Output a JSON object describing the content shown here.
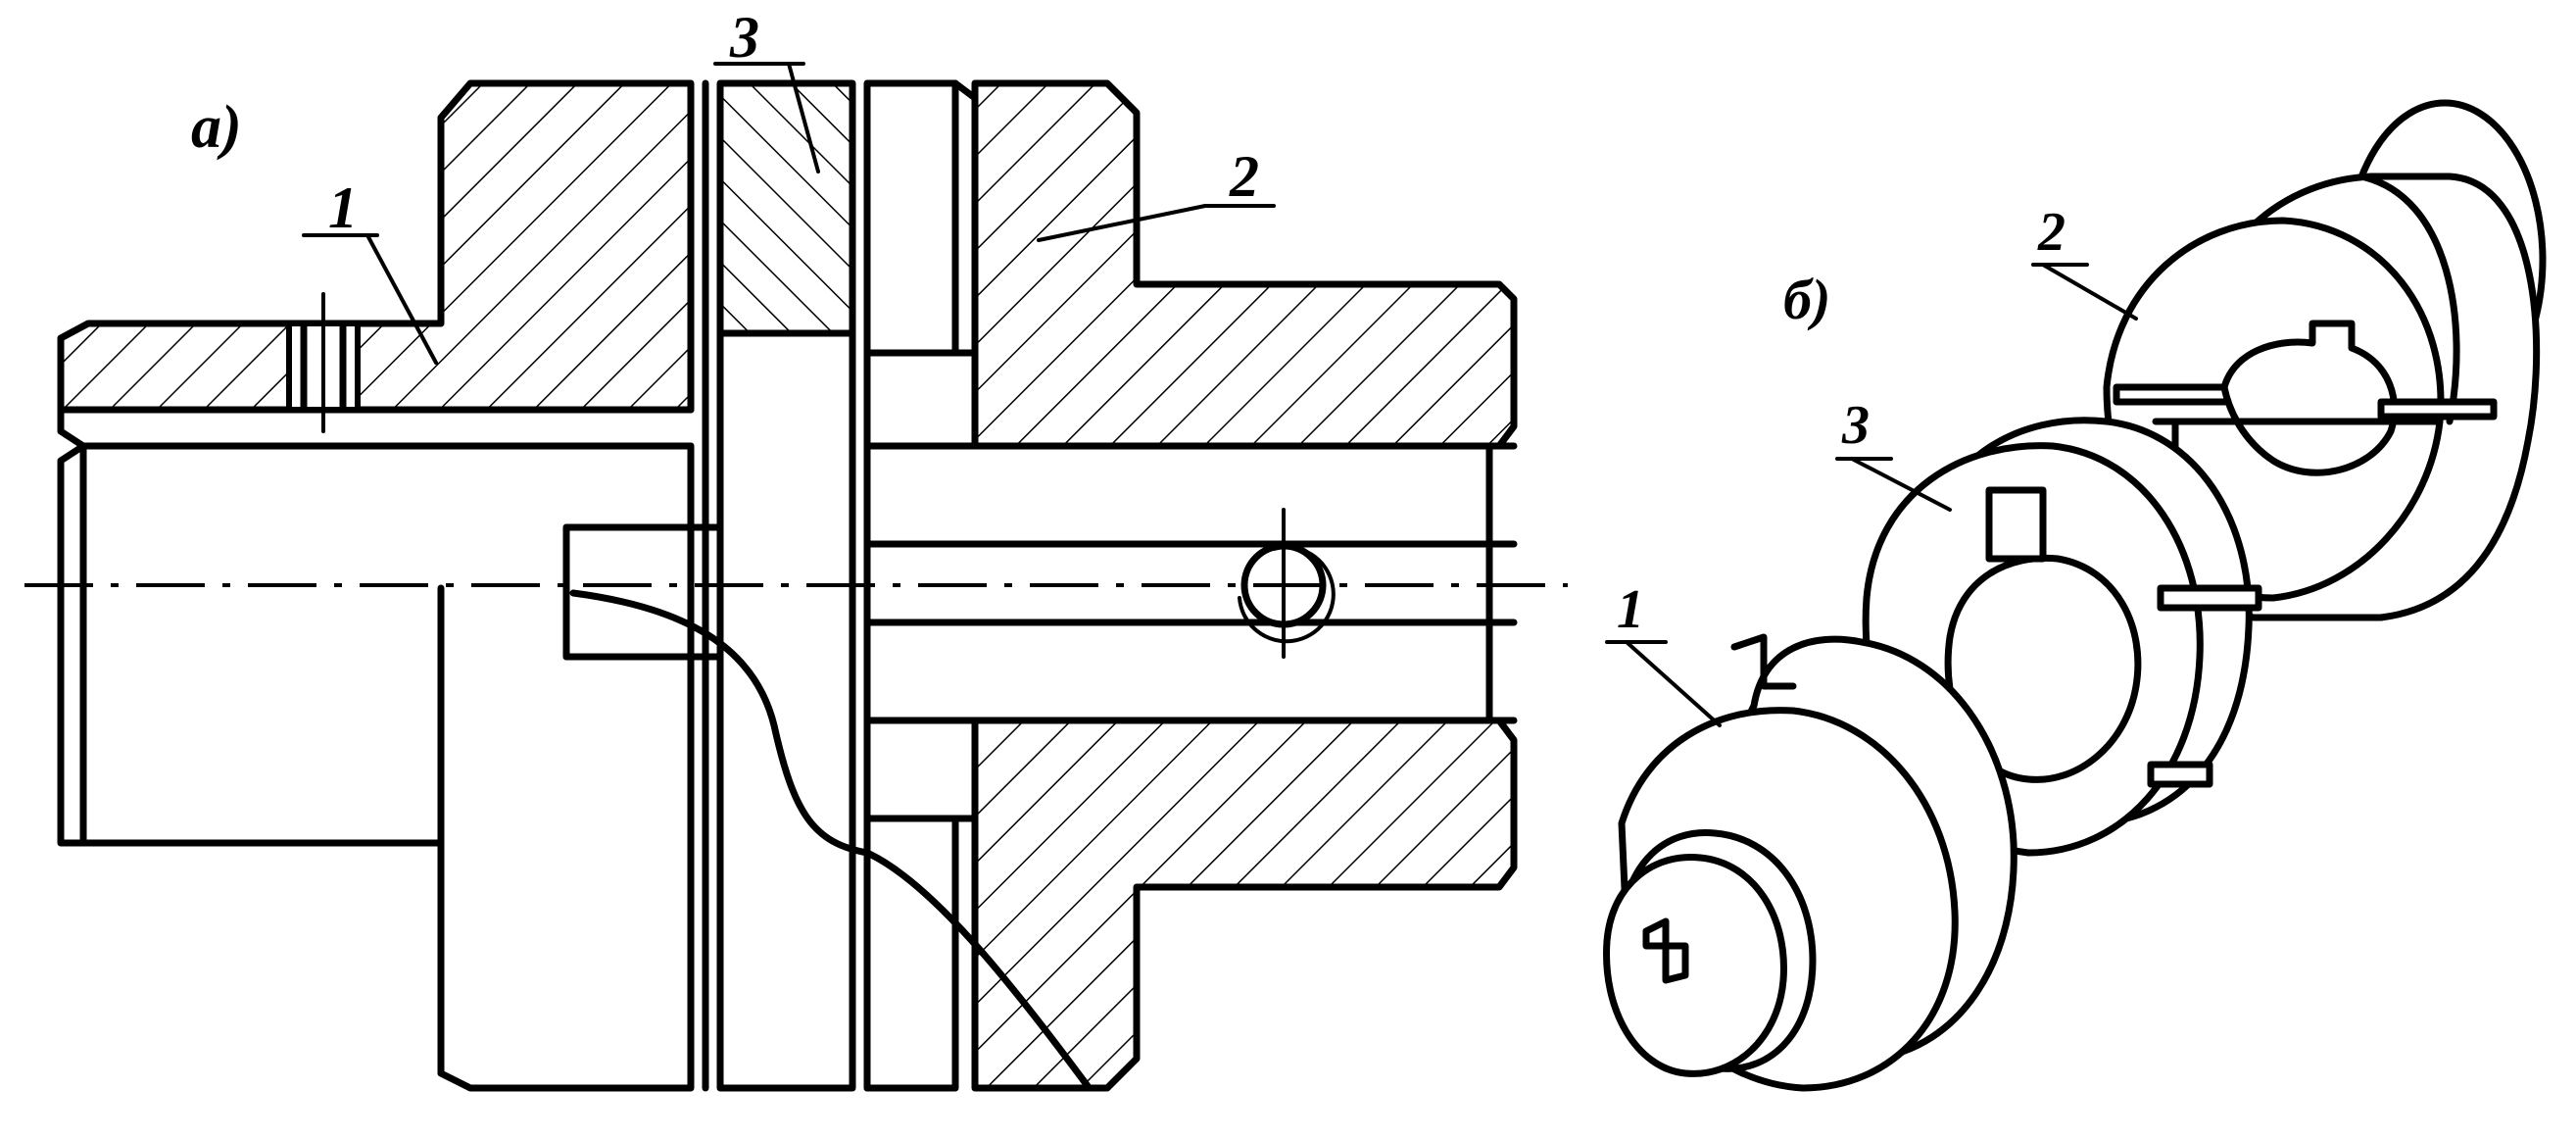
{
  "views": {
    "a": {
      "label": "а)"
    },
    "b": {
      "label": "б)"
    }
  },
  "section_labels": {
    "part1": "1",
    "part2": "2",
    "part3": "3"
  },
  "iso_labels": {
    "part1": "1",
    "part2": "2",
    "part3": "3"
  }
}
